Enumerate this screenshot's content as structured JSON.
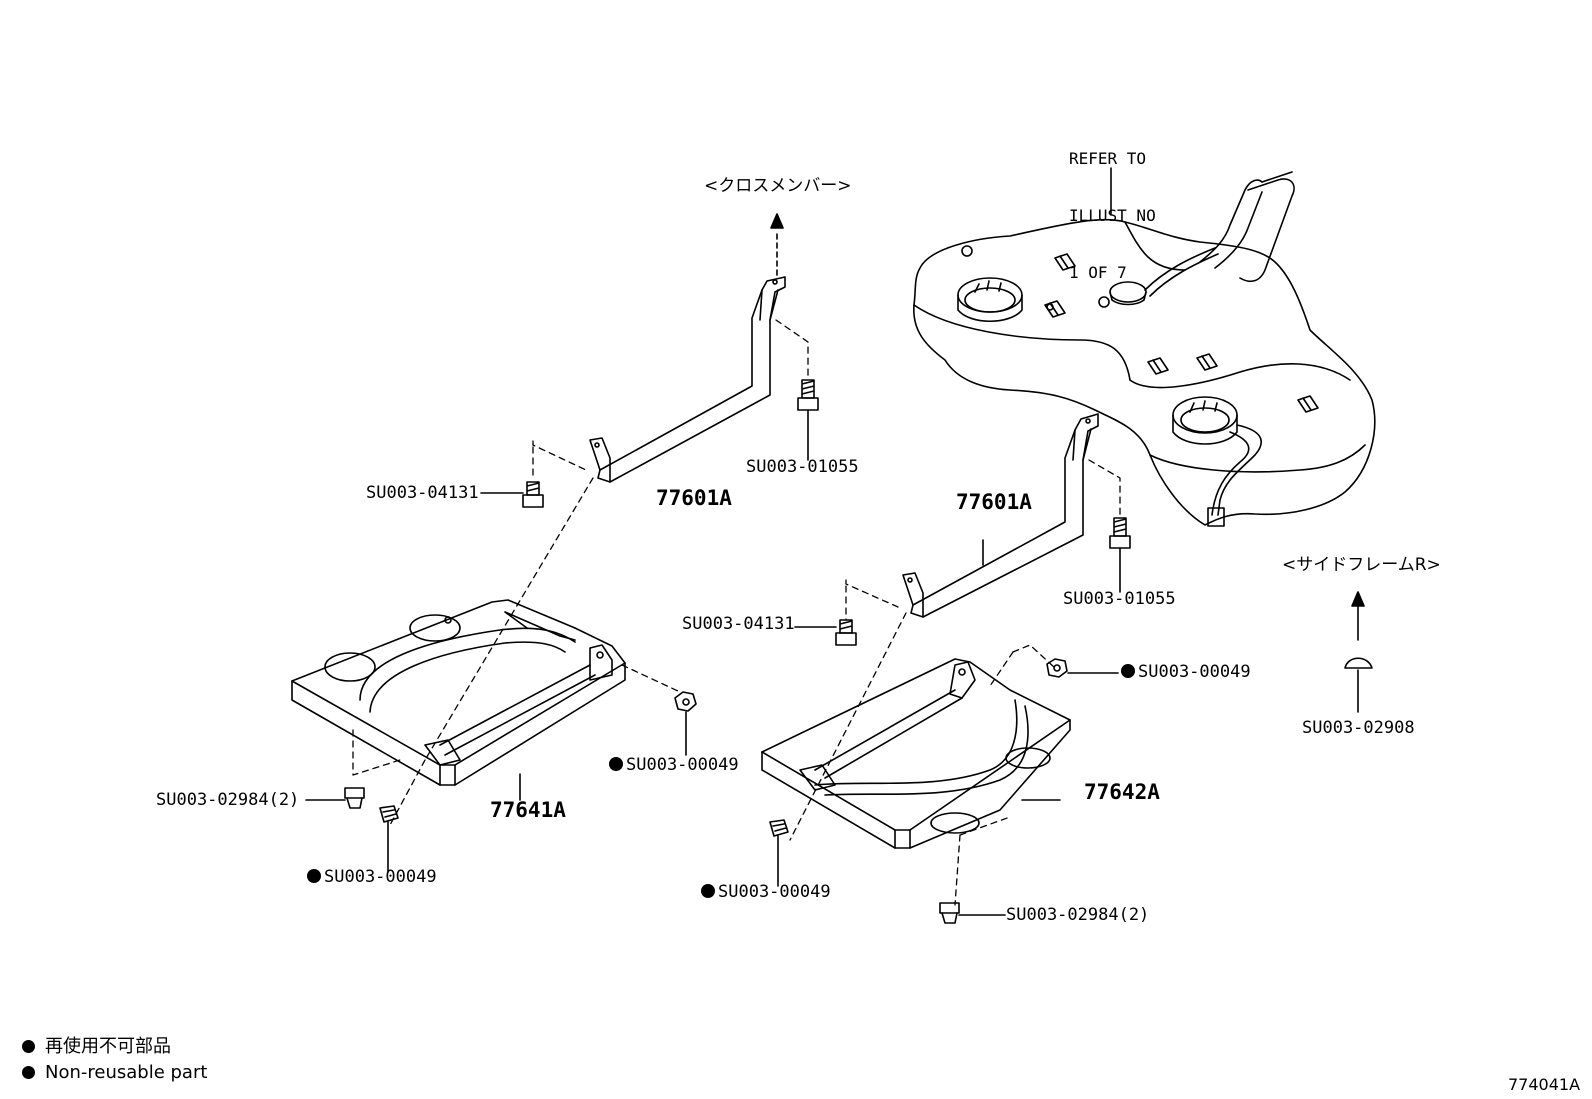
{
  "labels": {
    "bracket_left": "77601A",
    "bracket_right": "77601A",
    "cover_left": "77641A",
    "cover_right": "77642A",
    "bolt_upper_left": "SU003-01055",
    "bolt_upper_right": "SU003-01055",
    "bolt_lower_left": "SU003-04131",
    "bolt_lower_right": "SU003-04131",
    "nut_left_cover": "SU003-00049",
    "nut_left_clip": "SU003-00049",
    "nut_right_clip": "SU003-00049",
    "nut_right_cover": "SU003-00049",
    "clip_left": "SU003-02984(2)",
    "clip_right": "SU003-02984(2)",
    "side_clip": "SU003-02908"
  },
  "refer_note": {
    "line1": "REFER TO",
    "line2": "ILLUST NO",
    "line3": "1 OF 7"
  },
  "direction_labels": {
    "cross_member": "<クロスメンバー>",
    "side_frame": "<サイドフレームR>"
  },
  "legend": {
    "jp": "再使用不可部品",
    "en": "Non-reusable part"
  },
  "illustration_number": "774041A"
}
